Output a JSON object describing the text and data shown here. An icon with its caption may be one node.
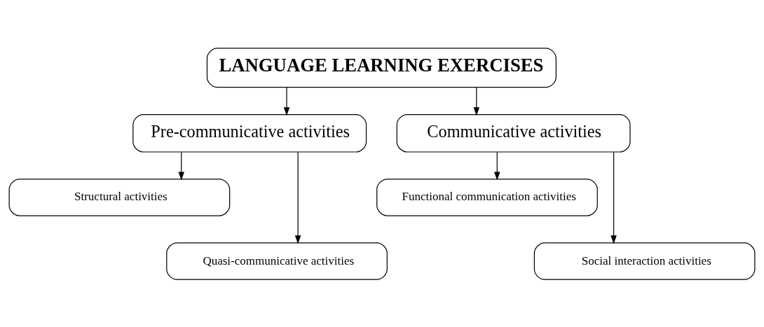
{
  "diagram": {
    "nodes": [
      {
        "text": [
          "LANGUAGE LEARNING EXERCISES"
        ]
      },
      {
        "text": [
          "Pre-communicative activities"
        ]
      },
      {
        "text": [
          "Communicative activities"
        ]
      },
      {
        "text": [
          "Structural activities"
        ]
      },
      {
        "text": [
          "Quasi-communicative activities"
        ]
      },
      {
        "text": [
          "Functional communication activities"
        ]
      },
      {
        "text": [
          "Social interaction activities"
        ]
      }
    ],
    "edges": [
      {
        "from": 0,
        "to": 1,
        "arrow": "to"
      },
      {
        "from": 0,
        "to": 2,
        "arrow": "to"
      },
      {
        "from": 1,
        "to": 3,
        "arrow": "to"
      },
      {
        "from": 1,
        "to": 4,
        "arrow": "to"
      },
      {
        "from": 2,
        "to": 5,
        "arrow": "to"
      },
      {
        "from": 2,
        "to": 6,
        "arrow": "to"
      }
    ]
  }
}
